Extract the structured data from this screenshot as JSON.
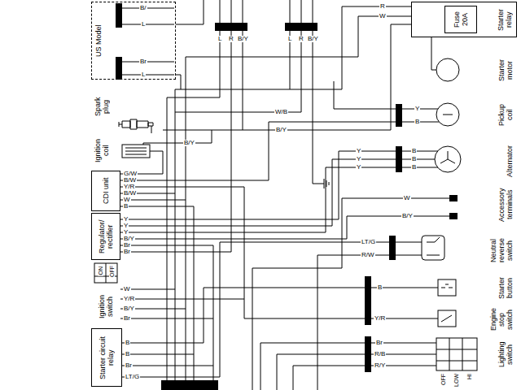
{
  "diagram": {
    "nodes": [
      {
        "text": [
          "US Model"
        ]
      },
      {
        "text": [
          "Starter relay"
        ]
      },
      {
        "text": [
          "Fuse 20A"
        ],
        "in": 1
      },
      {
        "text": [
          "Starter motor"
        ]
      },
      {
        "text": [
          "Spark plug"
        ]
      },
      {
        "text": [
          "Pickup coil"
        ]
      },
      {
        "text": [
          "Ignition coil"
        ]
      },
      {
        "text": [
          "Alternator"
        ]
      },
      {
        "text": [
          "CDI unit"
        ]
      },
      {
        "text": [
          "Accessory terminals"
        ]
      },
      {
        "text": [
          "Regulator/ rectifier"
        ]
      },
      {
        "text": [
          "Neutral reverse switch"
        ]
      },
      {
        "text": [
          "Ignition switch"
        ]
      },
      {
        "text": [
          "Starter button"
        ]
      },
      {
        "text": [
          "Engine stop switch"
        ]
      },
      {
        "text": [
          "Starter circuit relay"
        ]
      },
      {
        "text": [
          "Lighting switch"
        ]
      }
    ],
    "edges": [
      {
        "from": 6,
        "to": 4,
        "arrow": "none"
      },
      {
        "from": 5,
        "to": 8,
        "arrow": "none"
      },
      {
        "from": 7,
        "to": 10,
        "arrow": "none"
      },
      {
        "from": 1,
        "to": 3,
        "arrow": "none"
      },
      {
        "from": 8,
        "to": 6,
        "arrow": "none"
      },
      {
        "from": 13,
        "to": 15,
        "arrow": "none"
      },
      {
        "from": 14,
        "to": 8,
        "arrow": "none"
      },
      {
        "from": 11,
        "to": 15,
        "arrow": "none"
      },
      {
        "from": 9,
        "to": 10,
        "arrow": "none"
      }
    ],
    "labels": [
      "B/",
      "L",
      "R",
      "W",
      "L",
      "R",
      "B/Y",
      "L",
      "R",
      "B/Y",
      "Br",
      "L",
      "Y",
      "W/B",
      "B",
      "B/Y",
      "B/Y",
      "Y",
      "B",
      "Y",
      "B",
      "Y",
      "B",
      "G/W",
      "B/W",
      "Y/R",
      "B/W",
      "W",
      "B",
      "W",
      "B/Y",
      "Y",
      "Y",
      "Y",
      "B/Y",
      "Br",
      "Br",
      "LT/G",
      "R/W",
      "ON",
      "OFF",
      "B",
      "W",
      "Y/R",
      "B/Y",
      "Br",
      "Y/R",
      "Br",
      "R/B",
      "R/Y",
      "B",
      "B",
      "Br",
      "LT/G",
      "OFF",
      "LOW",
      "HI"
    ]
  }
}
